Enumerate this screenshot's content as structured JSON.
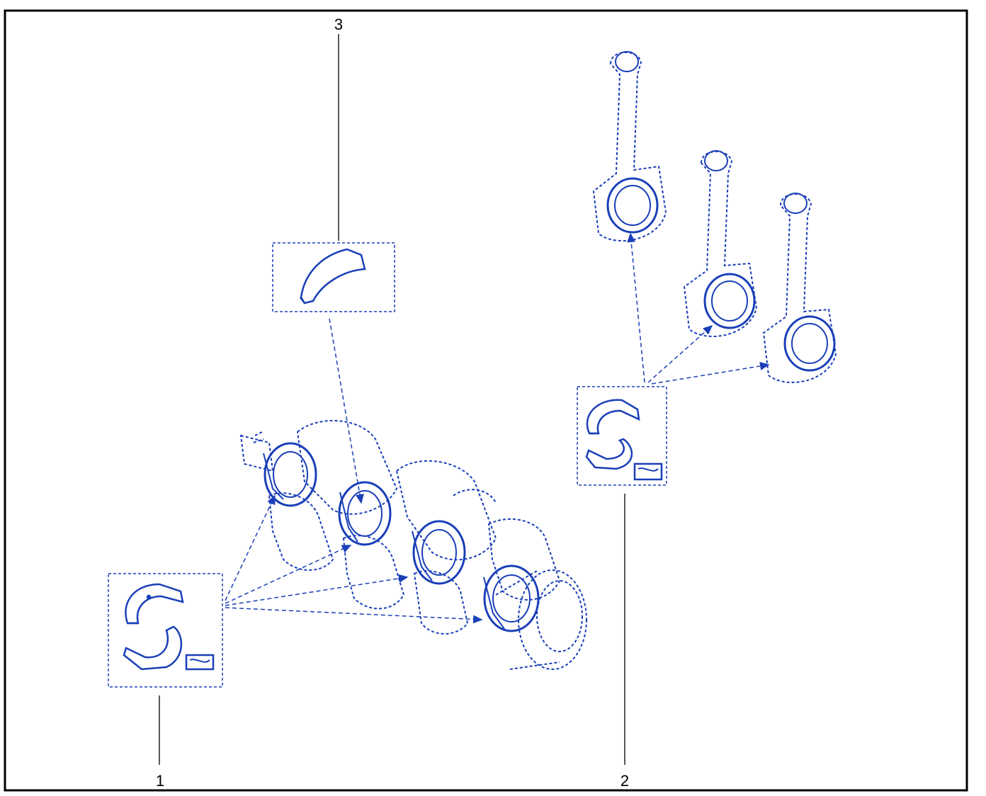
{
  "callouts": {
    "c1": "1",
    "c2": "2",
    "c3": "3"
  },
  "parts": [
    {
      "id": "1",
      "name": "main-bearing-shell-set-icon"
    },
    {
      "id": "2",
      "name": "connecting-rod-bearing-set-icon"
    },
    {
      "id": "3",
      "name": "thrust-washer-icon"
    }
  ],
  "colors": {
    "line_art": "#1a3fb8",
    "frame": "#000000",
    "background": "#ffffff"
  }
}
